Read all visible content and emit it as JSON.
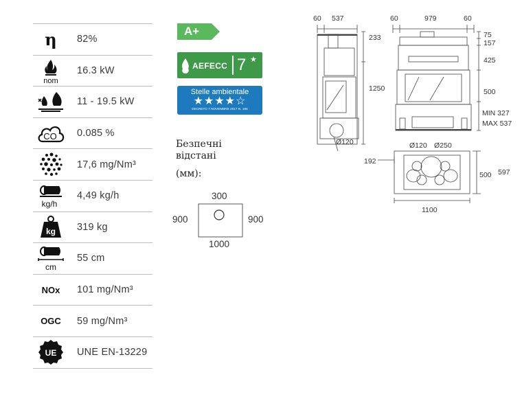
{
  "specs": [
    {
      "icon": "efficiency-eta-icon",
      "value": "82%"
    },
    {
      "icon": "nominal-power-flame-icon",
      "icon_text": "nom",
      "value": "16.3 kW"
    },
    {
      "icon": "power-range-flames-icon",
      "value": "11 - 19.5 kW"
    },
    {
      "icon": "co-cloud-icon",
      "icon_text": "CO",
      "value": "0.085 %"
    },
    {
      "icon": "particulate-dots-icon",
      "value": "17,6  mg/Nm³"
    },
    {
      "icon": "wood-consumption-icon",
      "icon_text": "kg/h",
      "value": "4,49 kg/h"
    },
    {
      "icon": "weight-icon",
      "icon_text": "kg",
      "value": "319 kg"
    },
    {
      "icon": "log-length-icon",
      "icon_text": "cm",
      "value": "55 cm"
    },
    {
      "icon": "nox-icon",
      "icon_text": "NOx",
      "value": "101  mg/Nm³"
    },
    {
      "icon": "ogc-icon",
      "icon_text": "OGC",
      "value": "59  mg/Nm³"
    },
    {
      "icon": "ue-seal-icon",
      "icon_text": "UE",
      "value": "UNE EN-13229"
    }
  ],
  "badges": {
    "energy_class": "A+",
    "aefecc_label": "AEFECC",
    "aefecc_rating": "7",
    "aefecc_star": "★",
    "stelle_title": "Stelle ambientale",
    "stelle_stars": "★★★★☆",
    "stelle_decree": "DECRETO 7 NOVEMBRE 2017 N. 186",
    "colors": {
      "green": "#3e9a49",
      "light_green": "#5cb85c",
      "blue": "#1d7bbd"
    }
  },
  "clearances": {
    "title_line1": "Безпечні",
    "title_line2": "відстані",
    "unit": "(мм):",
    "top": "300",
    "left": "900",
    "right": "900",
    "bottom": "1000"
  },
  "drawings": {
    "side": {
      "top_left": "60",
      "top_right": "537",
      "h1": "233",
      "h2": "1250",
      "diameter": "Ø120"
    },
    "front": {
      "top_left": "60",
      "top_mid": "979",
      "top_right": "60",
      "d1": "75",
      "d2": "157",
      "d3": "425",
      "d4": "500",
      "d5": "MIN 327",
      "d6": "MAX 537"
    },
    "plan": {
      "d_small": "Ø120",
      "d_large": "Ø250",
      "left": "192",
      "depth1": "500",
      "depth2": "597",
      "width": "1100"
    }
  }
}
